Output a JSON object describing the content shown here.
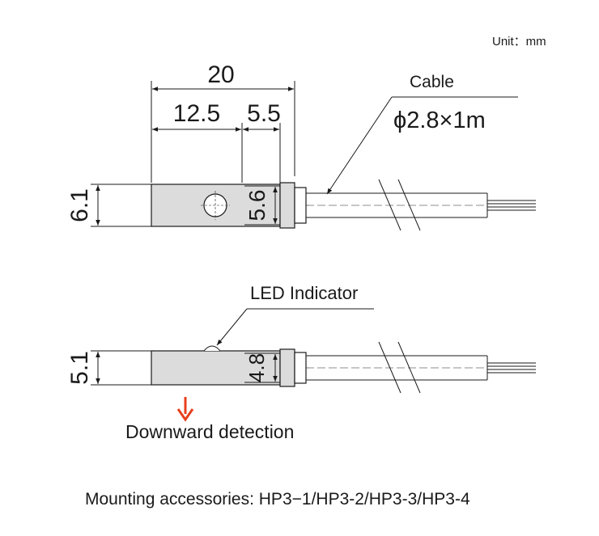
{
  "unit_label": "Unit：mm",
  "top_view": {
    "overall_length": "20",
    "segment_left": "12.5",
    "segment_right": "5.5",
    "height": "6.1",
    "collar_height": "5.6",
    "cable_label": "Cable",
    "cable_spec": "ϕ2.8×1m"
  },
  "side_view": {
    "led_label": "LED Indicator",
    "height": "5.1",
    "collar_height": "4.8",
    "detection_label": "Downward detection"
  },
  "accessories_label": "Mounting accessories: HP3−1/HP3-2/HP3-3/HP3-4",
  "colors": {
    "body_fill": "#dcdcdc",
    "line": "#1a1a1a",
    "arrow": "#e8401c"
  }
}
